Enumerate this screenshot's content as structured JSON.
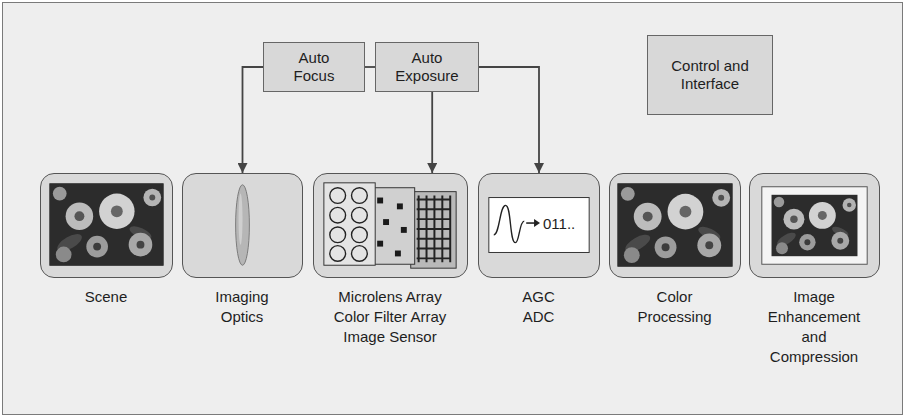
{
  "diagram": {
    "nodes": [
      {
        "text": [
          "Auto Focus"
        ]
      },
      {
        "text": [
          "Auto Exposure"
        ]
      },
      {
        "text": [
          "Control and Interface"
        ]
      },
      {
        "text": [
          "Scene"
        ]
      },
      {
        "text": [
          "Imaging Optics"
        ]
      },
      {
        "text": [
          "Microlens Array",
          "Color Filter Array",
          "Image Sensor"
        ]
      },
      {
        "text": [
          "011..",
          "AGC",
          "ADC"
        ]
      },
      {
        "text": [
          "Color Processing"
        ]
      },
      {
        "text": [
          "Image Enhancement and Compression"
        ]
      }
    ],
    "edges": [
      {
        "from": 0,
        "to": 1,
        "arrow": "none"
      },
      {
        "from": 0,
        "to": 4,
        "arrow": "to"
      },
      {
        "from": 1,
        "to": 5,
        "arrow": "to"
      },
      {
        "from": 1,
        "to": 6,
        "arrow": "to"
      }
    ]
  }
}
